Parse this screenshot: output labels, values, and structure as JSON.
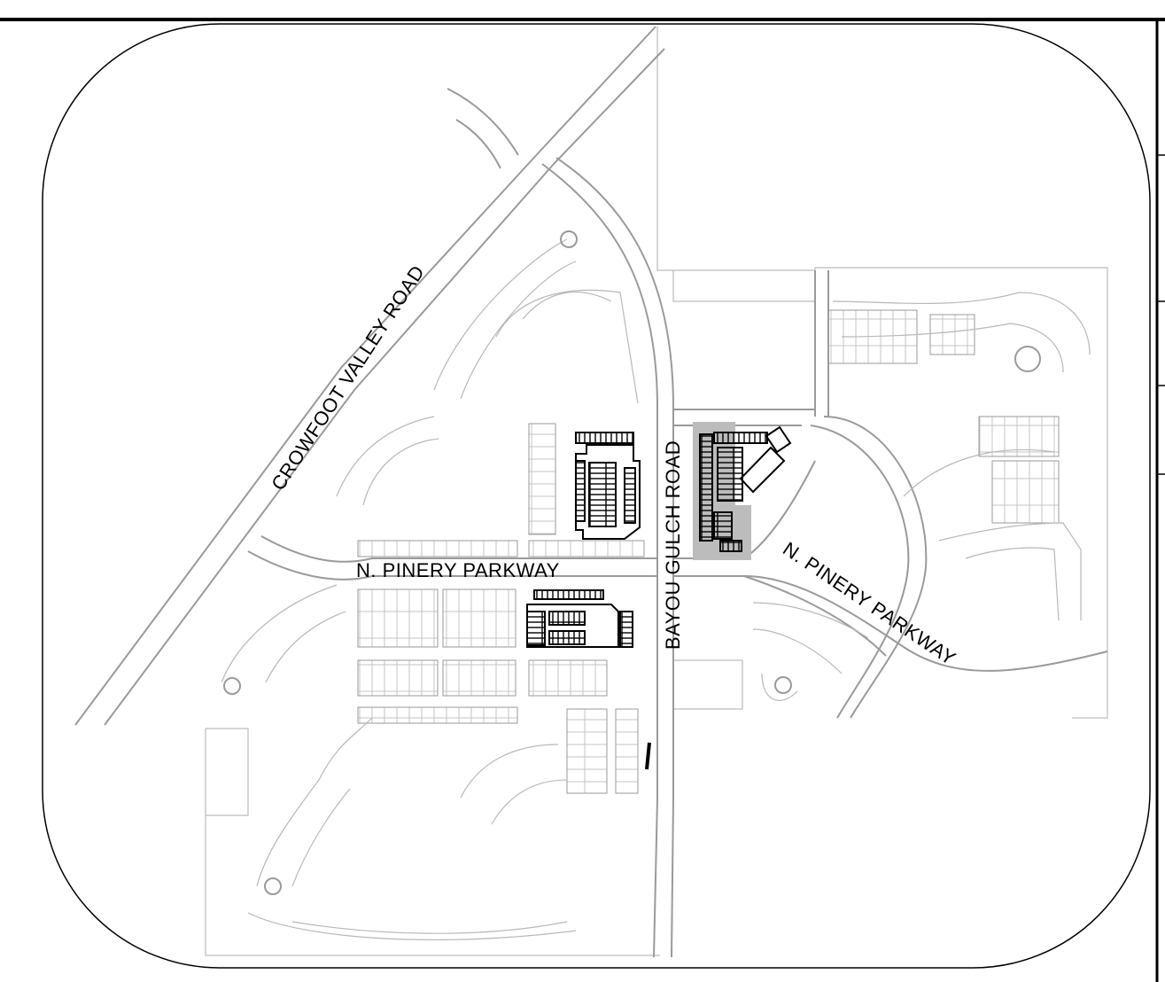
{
  "labels": {
    "crowfoot": "CROWFOOT VALLEY ROAD",
    "bayou": "BAYOU GULCH ROAD",
    "pinery_west": "N. PINERY PARKWAY",
    "pinery_east": "N. PINERY PARKWAY"
  },
  "colors": {
    "frame": "#000000",
    "road_edge": "#9a9a9a",
    "lot_line": "#bdbdbd",
    "building": "#000000",
    "highlight": "#bcbcbc"
  },
  "icons": [
    "site-map",
    "highlighted-parcel"
  ]
}
